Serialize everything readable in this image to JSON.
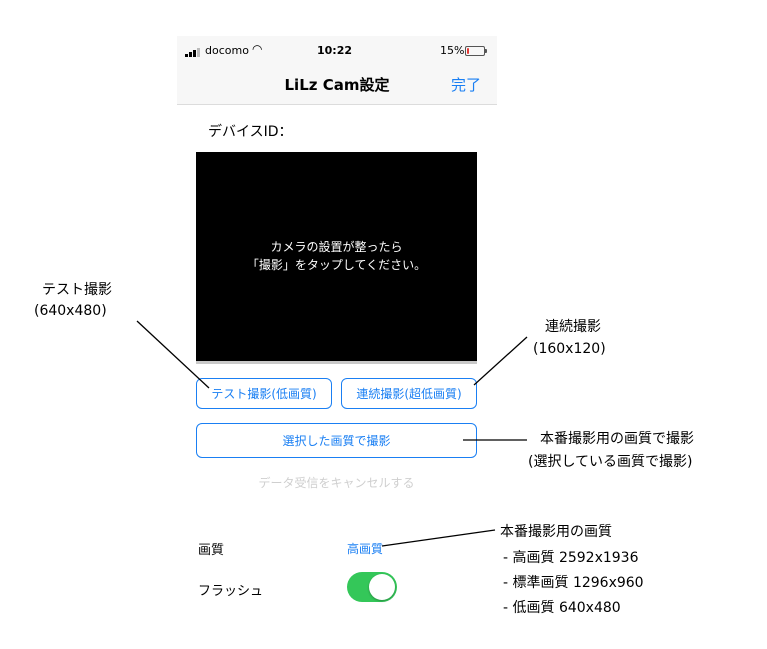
{
  "status_bar": {
    "carrier": "docomo",
    "time": "10:22",
    "battery": "15%",
    "battery_level": 0.15
  },
  "nav": {
    "title": "LiLz Cam設定",
    "done": "完了"
  },
  "device_id_label": "デバイスID：",
  "preview": {
    "line1": "カメラの設置が整ったら",
    "line2": "「撮影」をタップしてください。"
  },
  "buttons": {
    "test": "テスト撮影(低画質)",
    "burst": "連続撮影(超低画質)",
    "selected": "選択した画質で撮影",
    "cancel": "データ受信をキャンセルする"
  },
  "settings": {
    "quality_label": "画質",
    "quality_value": "高画質",
    "flash_label": "フラッシュ",
    "flash_on": true
  },
  "annotations": {
    "test_line1": "テスト撮影",
    "test_line2": "(640x480)",
    "burst_line1": "連続撮影",
    "burst_line2": "(160x120)",
    "selected_line1": "本番撮影用の画質で撮影",
    "selected_line2": "(選択している画質で撮影)",
    "quality_title": "本番撮影用の画質",
    "quality_options": [
      "-  高画質 2592x1936",
      "-  標準画質 1296x960",
      "-  低画質 640x480"
    ]
  },
  "colors": {
    "accent": "#1a7ff3",
    "toggle_on": "#34c759",
    "battery_low": "#e53935"
  }
}
